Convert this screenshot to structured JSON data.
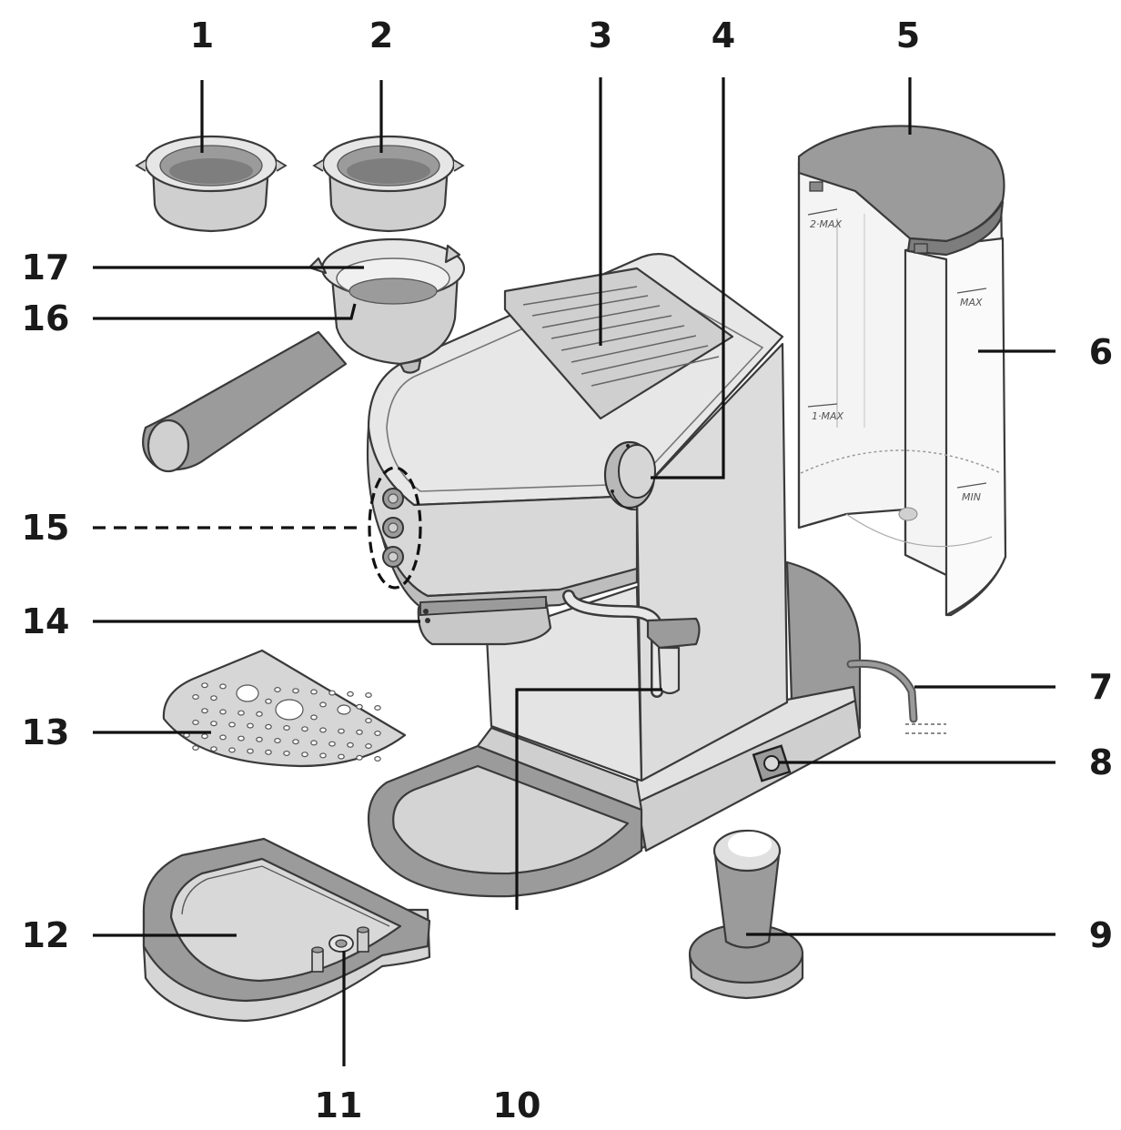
{
  "colors": {
    "body_light": "#dedede",
    "body_mid": "#cfcfcf",
    "body_dark": "#9b9b9b",
    "outline": "#3a3a3a",
    "leader": "#111111"
  },
  "tank_scale": {
    "cup_top": "2·MAX",
    "cup_mid": "1·MAX",
    "max": "MAX",
    "min": "MIN"
  },
  "callouts": [
    {
      "id": "1",
      "label": "1"
    },
    {
      "id": "2",
      "label": "2"
    },
    {
      "id": "3",
      "label": "3"
    },
    {
      "id": "4",
      "label": "4"
    },
    {
      "id": "5",
      "label": "5"
    },
    {
      "id": "6",
      "label": "6"
    },
    {
      "id": "7",
      "label": "7"
    },
    {
      "id": "8",
      "label": "8"
    },
    {
      "id": "9",
      "label": "9"
    },
    {
      "id": "10",
      "label": "10"
    },
    {
      "id": "11",
      "label": "11"
    },
    {
      "id": "12",
      "label": "12"
    },
    {
      "id": "13",
      "label": "13"
    },
    {
      "id": "14",
      "label": "14"
    },
    {
      "id": "15",
      "label": "15"
    },
    {
      "id": "16",
      "label": "16"
    },
    {
      "id": "17",
      "label": "17"
    }
  ]
}
